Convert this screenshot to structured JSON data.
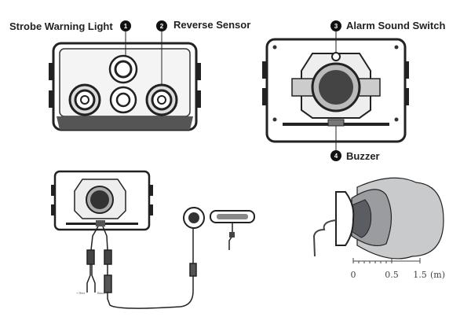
{
  "callouts": [
    {
      "number": "1",
      "label": "Strobe Warning Light"
    },
    {
      "number": "2",
      "label": "Reverse Sensor"
    },
    {
      "number": "3",
      "label": "Alarm Sound Switch"
    },
    {
      "number": "4",
      "label": "Buzzer"
    }
  ],
  "wiring": {
    "red_label": "+ Red",
    "black_label": "Black -"
  },
  "range_scale": {
    "ticks": [
      "0",
      "0.5",
      "1.5"
    ],
    "unit": "(m)"
  },
  "colors": {
    "line": "#222222",
    "zone_inner": "#5a5d62",
    "zone_mid": "#9a9ca0",
    "zone_outer": "#c9cacc"
  }
}
